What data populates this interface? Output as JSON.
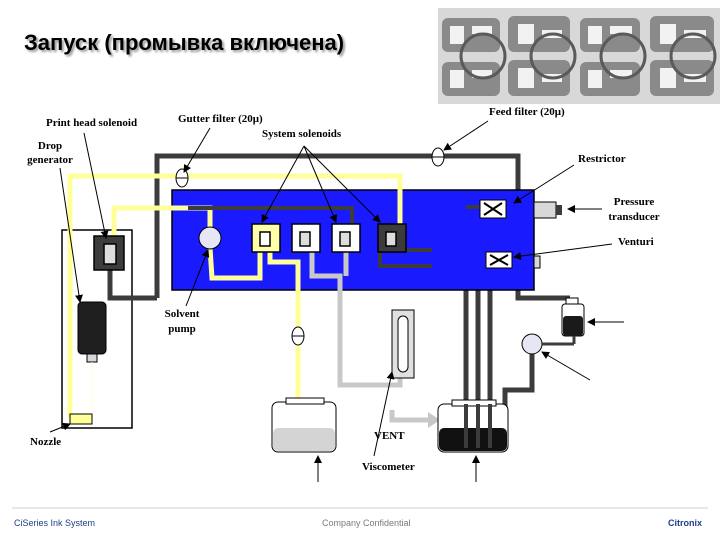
{
  "slide": {
    "title": "Запуск (промывка включена)"
  },
  "labels": {
    "print_head_solenoid": "Print head solenoid",
    "drop_generator_1": "Drop",
    "drop_generator_2": "generator",
    "gutter_filter": "Gutter filter (20μ)",
    "system_solenoids": "System solenoids",
    "feed_filter": "Feed filter (20μ)",
    "restrictor": "Restrictor",
    "pressure_transducer_1": "Pressure",
    "pressure_transducer_2": "transducer",
    "venturi": "Venturi",
    "solvent_pump_1": "Solvent",
    "solvent_pump_2": "pump",
    "nozzle": "Nozzle",
    "vent": "VENT",
    "viscometer": "Viscometer"
  },
  "footer": {
    "left": "CiSeries Ink System",
    "center": "Company Confidential",
    "right": "Citronix"
  },
  "colors": {
    "manifold": "#1a1aff",
    "solvent_line": "#ffff99",
    "ink_line": "#333333",
    "vent_line": "#c0c0c0",
    "accent_text": "#1f3e8c"
  }
}
